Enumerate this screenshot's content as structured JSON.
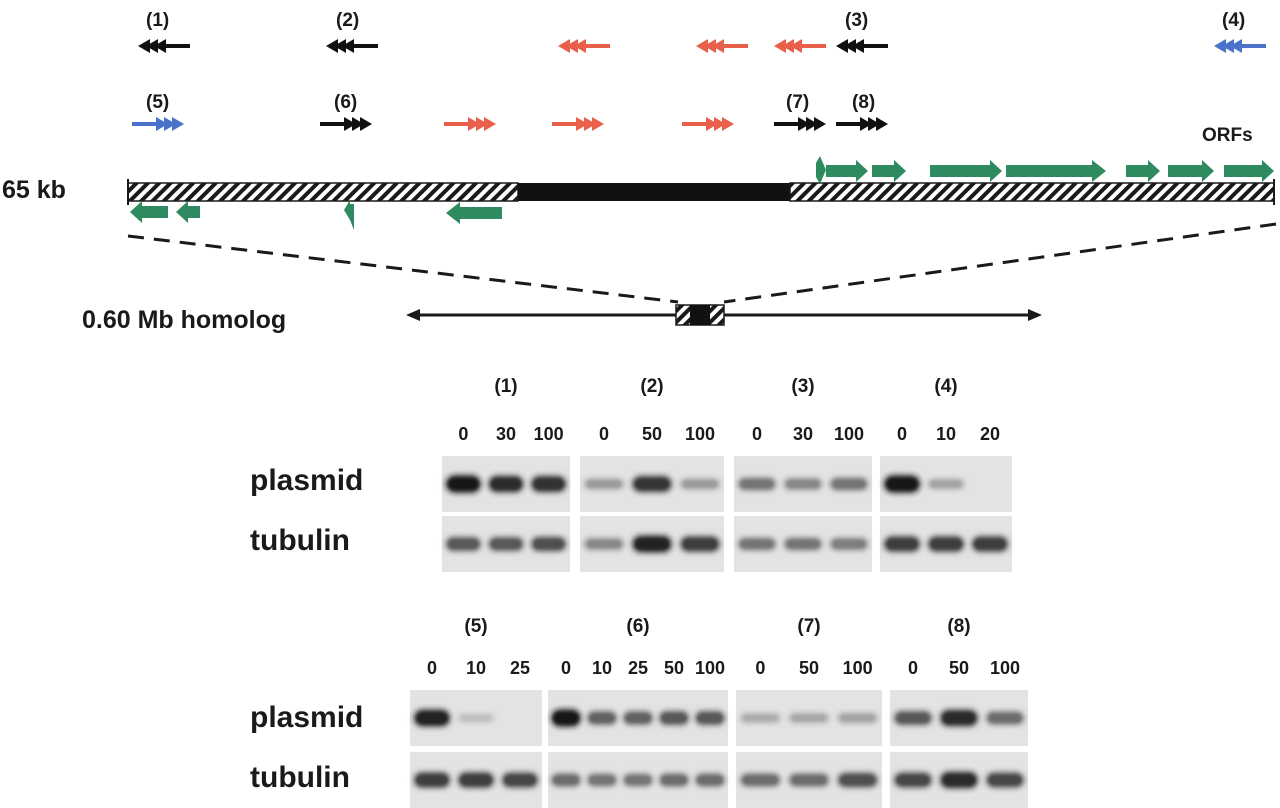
{
  "colors": {
    "black": "#111111",
    "red": "#e8604a",
    "blue": "#4a72c8",
    "green": "#2e8a5f",
    "ink": "#1a1a1a"
  },
  "map": {
    "size_label": "65 kb",
    "orfs_label": "ORFs",
    "homolog_label": "0.60 Mb homolog"
  },
  "top_arrows": {
    "labels": [
      "(1)",
      "(2)",
      "(3)",
      "(4)",
      "(5)",
      "(6)",
      "(7)",
      "(8)"
    ],
    "arrows": [
      {
        "dir": "left",
        "color": "black",
        "label": "(1)"
      },
      {
        "dir": "left",
        "color": "black",
        "label": "(2)"
      },
      {
        "dir": "left",
        "color": "red"
      },
      {
        "dir": "left",
        "color": "red"
      },
      {
        "dir": "left",
        "color": "red"
      },
      {
        "dir": "left",
        "color": "black",
        "label": "(3)"
      },
      {
        "dir": "left",
        "color": "blue",
        "label": "(4)"
      },
      {
        "dir": "right",
        "color": "blue",
        "label": "(5)"
      },
      {
        "dir": "right",
        "color": "black",
        "label": "(6)"
      },
      {
        "dir": "right",
        "color": "red"
      },
      {
        "dir": "right",
        "color": "red"
      },
      {
        "dir": "right",
        "color": "red"
      },
      {
        "dir": "right",
        "color": "black",
        "label": "(7)"
      },
      {
        "dir": "right",
        "color": "black",
        "label": "(8)"
      }
    ]
  },
  "blots": {
    "row_labels": {
      "plasmid": "plasmid",
      "tubulin": "tubulin"
    },
    "panels": [
      {
        "label": "(1)",
        "lanes": [
          "0",
          "30",
          "100"
        ]
      },
      {
        "label": "(2)",
        "lanes": [
          "0",
          "50",
          "100"
        ]
      },
      {
        "label": "(3)",
        "lanes": [
          "0",
          "30",
          "100"
        ]
      },
      {
        "label": "(4)",
        "lanes": [
          "0",
          "10",
          "20"
        ]
      },
      {
        "label": "(5)",
        "lanes": [
          "0",
          "10",
          "25"
        ]
      },
      {
        "label": "(6)",
        "lanes": [
          "0",
          "10",
          "25",
          "50",
          "100"
        ]
      },
      {
        "label": "(7)",
        "lanes": [
          "0",
          "50",
          "100"
        ]
      },
      {
        "label": "(8)",
        "lanes": [
          "0",
          "50",
          "100"
        ]
      }
    ]
  }
}
